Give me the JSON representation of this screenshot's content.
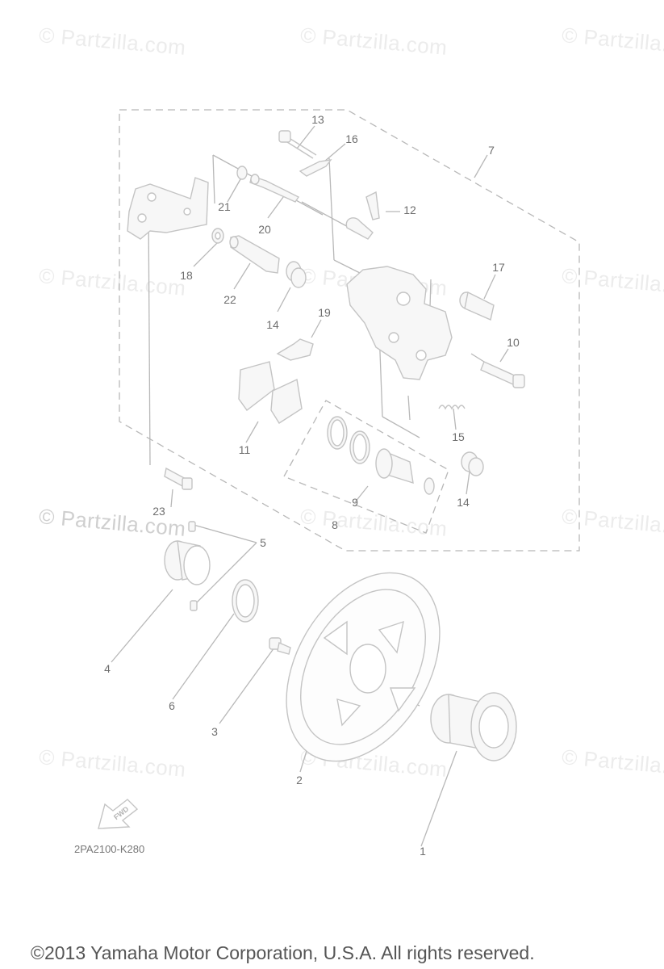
{
  "watermark_text": "© Partzilla.com",
  "diagram_code": "2PA2100-K280",
  "fwd_label": "FWD",
  "copyright": "©2013 Yamaha Motor Corporation, U.S.A. All rights reserved.",
  "callouts": {
    "c1": "1",
    "c2": "2",
    "c3": "3",
    "c4": "4",
    "c5": "5",
    "c6": "6",
    "c7": "7",
    "c8": "8",
    "c9": "9",
    "c10": "10",
    "c11": "11",
    "c12": "12",
    "c13": "13",
    "c14a": "14",
    "c14b": "14",
    "c15": "15",
    "c16": "16",
    "c17": "17",
    "c18": "18",
    "c19": "19",
    "c20": "20",
    "c21": "21",
    "c22": "22",
    "c23": "23"
  },
  "colors": {
    "line": "#b8b8b8",
    "part": "#c4c4c4",
    "fill": "#f7f7f7",
    "label": "#6f6f6f",
    "watermark": "#ececec"
  }
}
